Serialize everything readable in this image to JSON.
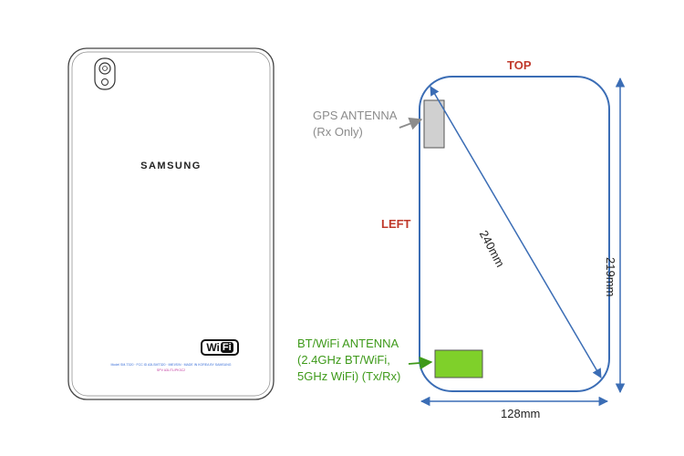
{
  "device": {
    "brand": "SAMSUNG",
    "wifi_logo": {
      "wi": "Wi",
      "fi": "Fi"
    },
    "regulatory_text": [
      "Model SM-T320 · FCC ID A3LSMT320 · IMEI/S/N · MADE IN KOREA BY SAMSUNG",
      "SPV A3L/TL/PK3C2"
    ]
  },
  "diagram": {
    "top_label": "TOP",
    "left_label": "LEFT",
    "gps_antenna": {
      "lines": [
        "GPS ANTENNA",
        "(Rx Only)"
      ]
    },
    "bt_wifi_antenna": {
      "lines": [
        "BT/WiFi ANTENNA",
        "(2.4GHz BT/WiFi,",
        "5GHz WiFi) (Tx/Rx)"
      ]
    },
    "dimensions": {
      "diagonal": "240mm",
      "height": "219mm",
      "width": "128mm"
    }
  },
  "colors": {
    "outline_blue": "#3b6db5",
    "label_red": "#c0392b",
    "gps_gray": "#8c8c8c",
    "bt_green": "#3e9a1a",
    "bt_fill": "#7fd02a",
    "gps_fill": "#d0d0d0"
  },
  "icons": [
    "camera-module-icon",
    "wifi-logo-icon",
    "arrow-icon"
  ]
}
